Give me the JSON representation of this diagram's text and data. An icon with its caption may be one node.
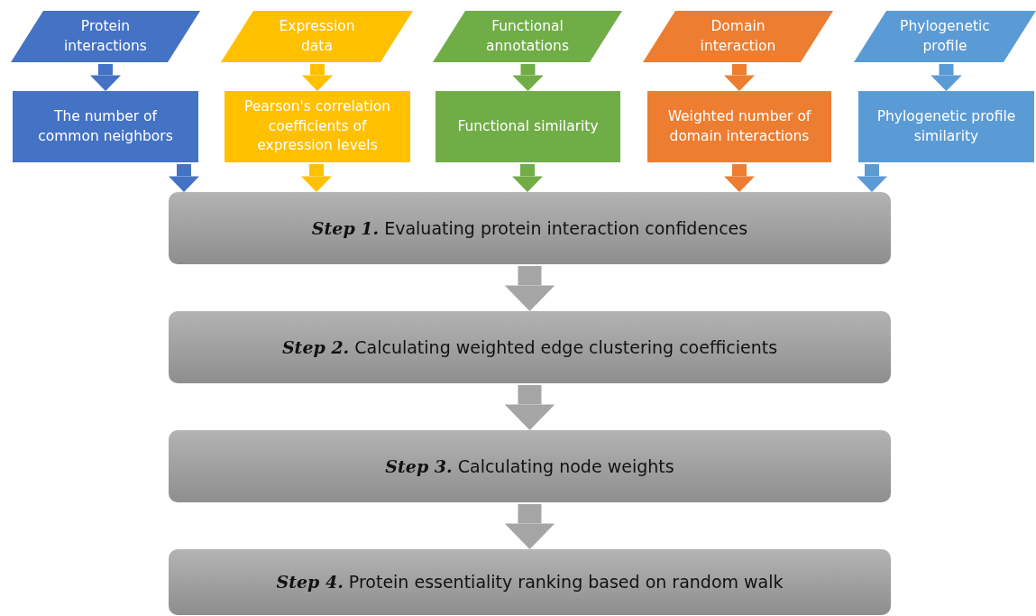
{
  "diagram": {
    "nodes": [
      {
        "text": [
          "Protein interactions"
        ]
      },
      {
        "text": [
          "Expression data"
        ]
      },
      {
        "text": [
          "Functional annotations"
        ]
      },
      {
        "text": [
          "Domain interaction"
        ]
      },
      {
        "text": [
          "Phylogenetic profile"
        ]
      },
      {
        "text": [
          "The number of common neighbors"
        ]
      },
      {
        "text": [
          "Pearson's correlation coefficients of expression levels"
        ]
      },
      {
        "text": [
          "Functional similarity"
        ]
      },
      {
        "text": [
          "Weighted number of domain interactions"
        ]
      },
      {
        "text": [
          "Phylogenetic profile similarity"
        ]
      },
      {
        "text": [
          "**Step 1.** Evaluating protein interaction confidences"
        ]
      },
      {
        "text": [
          "**Step 2.** Calculating weighted edge clustering coefficients"
        ]
      },
      {
        "text": [
          "**Step 3.** Calculating node weights"
        ]
      },
      {
        "text": [
          "**Step 4.** Protein essentiality ranking based on random walk"
        ]
      }
    ],
    "edges": [
      {
        "from": 0,
        "to": 5,
        "arrow": "to",
        "color": "#4472c4"
      },
      {
        "from": 1,
        "to": 6,
        "arrow": "to",
        "color": "#ffc000"
      },
      {
        "from": 2,
        "to": 7,
        "arrow": "to",
        "color": "#70ad47"
      },
      {
        "from": 3,
        "to": 8,
        "arrow": "to",
        "color": "#ed7d31"
      },
      {
        "from": 4,
        "to": 9,
        "arrow": "to",
        "color": "#5b9bd5"
      },
      {
        "from": 5,
        "to": 10,
        "arrow": "to",
        "color": "#4472c4"
      },
      {
        "from": 6,
        "to": 10,
        "arrow": "to",
        "color": "#ffc000"
      },
      {
        "from": 7,
        "to": 10,
        "arrow": "to",
        "color": "#70ad47"
      },
      {
        "from": 8,
        "to": 10,
        "arrow": "to",
        "color": "#ed7d31"
      },
      {
        "from": 9,
        "to": 10,
        "arrow": "to",
        "color": "#5b9bd5"
      },
      {
        "from": 10,
        "to": 11,
        "arrow": "to",
        "color": "#a5a5a5"
      },
      {
        "from": 11,
        "to": 12,
        "arrow": "to",
        "color": "#a5a5a5"
      },
      {
        "from": 12,
        "to": 13,
        "arrow": "to",
        "color": "#a5a5a5"
      }
    ]
  }
}
